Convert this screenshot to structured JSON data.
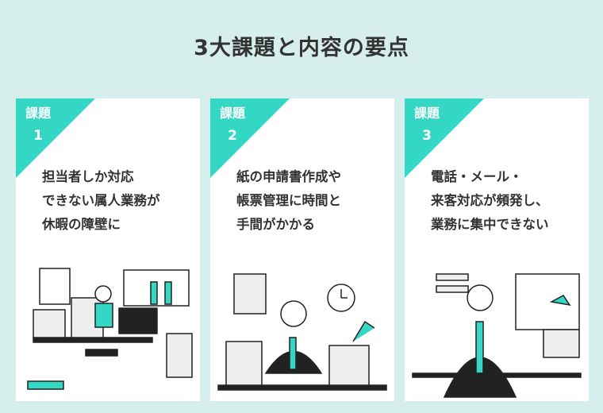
{
  "title": "3大課題と内容の要点",
  "accent": "#34d6c4",
  "cards": [
    {
      "tag": "課題",
      "num": "1",
      "lines": [
        "担当者しか対応",
        "できない属人業務が",
        "休暇の障壁に"
      ]
    },
    {
      "tag": "課題",
      "num": "2",
      "lines": [
        "紙の申請書作成や",
        "帳票管理に時間と",
        "手間がかかる"
      ]
    },
    {
      "tag": "課題",
      "num": "3",
      "lines": [
        "電話・メール・",
        "来客対応が頻発し、",
        "業務に集中できない"
      ]
    }
  ]
}
